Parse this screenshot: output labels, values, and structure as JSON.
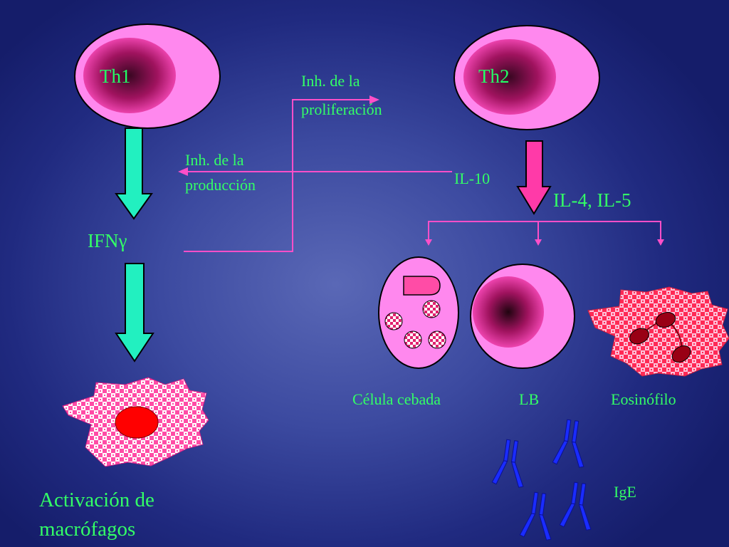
{
  "diagram": {
    "cells": {
      "th1": "Th1",
      "th2": "Th2",
      "celula_cebada": "Célula cebada",
      "lb": "LB",
      "eosinofilo": "Eosinófilo"
    },
    "mediators": {
      "ifn": "IFNγ",
      "il10": "IL-10",
      "il4_il5": "IL-4, IL-5",
      "ige": "IgE"
    },
    "effects": {
      "inh_proliferacion_line1": "Inh. de la",
      "inh_proliferacion_line2": "proliferación",
      "inh_produccion_line1": "Inh. de la",
      "inh_produccion_line2": "producción",
      "activacion_line1": "Activación de",
      "activacion_line2": "macrófagos"
    },
    "colors": {
      "label_green": "#33ff66",
      "cell_pink": "#ff88ee",
      "arrow_cyan": "#22f0c0",
      "arrow_pink": "#ff3aa8",
      "line_pink": "#ff4fc8",
      "antibody_blue": "#1a2cff",
      "nucleus_red": "#ff0000"
    }
  }
}
